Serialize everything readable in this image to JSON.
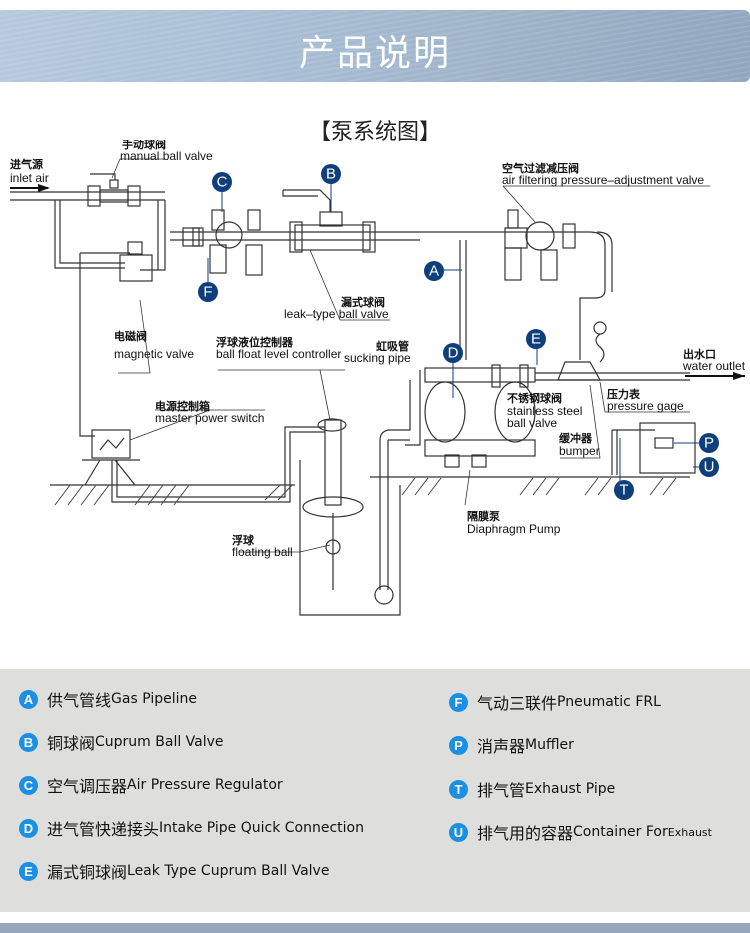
{
  "header": {
    "title": "产品说明"
  },
  "diagram": {
    "title": "【泵系统图】",
    "labels": {
      "inlet_air_cn": "进气源",
      "inlet_air_en": "inlet air",
      "manual_ball_valve_cn": "手动球阀",
      "manual_ball_valve_en": "manual ball valve",
      "air_filter_cn": "空气过滤减压阀",
      "air_filter_en": "air filtering pressure–adjustment valve",
      "leak_type_cn": "漏式球阀",
      "leak_type_en": "leak–type ball valve",
      "magnetic_valve_cn": "电磁阀",
      "magnetic_valve_en": "magnetic valve",
      "float_controller_cn": "浮球液位控制器",
      "float_controller_en": "ball float level controller",
      "sucking_pipe_cn": "虹吸管",
      "sucking_pipe_en": "sucking pipe",
      "master_switch_cn": "电源控制箱",
      "master_switch_en": "master power switch",
      "stainless_valve_cn": "不锈钢球阀",
      "stainless_valve_en1": "stainless steel",
      "stainless_valve_en2": "ball valve",
      "water_outlet_cn": "出水口",
      "water_outlet_en": "water outlet",
      "pressure_gage_cn": "压力表",
      "pressure_gage_en": "pressure gage",
      "bumper_cn": "缓冲器",
      "bumper_en": "bumper",
      "floating_ball_cn": "浮球",
      "floating_ball_en": "floating ball",
      "diaphragm_pump_cn": "隔膜泵",
      "diaphragm_pump_en": "Diaphragm Pump"
    },
    "badges": {
      "A": "A",
      "B": "B",
      "C": "C",
      "D": "D",
      "E": "E",
      "F": "F",
      "P": "P",
      "T": "T",
      "U": "U"
    },
    "badge_color": "#0e3f7c"
  },
  "legend": {
    "badge_color": "#1b8fe3",
    "left": [
      {
        "letter": "A",
        "cn": "供气管线",
        "en": "Gas Pipeline"
      },
      {
        "letter": "B",
        "cn": "铜球阀",
        "en": "Cuprum Ball Valve"
      },
      {
        "letter": "C",
        "cn": "空气调压器",
        "en": "Air Pressure Regulator"
      },
      {
        "letter": "D",
        "cn": "进气管快递接头",
        "en": "Intake Pipe Quick Connection"
      },
      {
        "letter": "E",
        "cn": "漏式铜球阀",
        "en": "Leak Type Cuprum Ball Valve"
      }
    ],
    "right": [
      {
        "letter": "F",
        "cn": "气动三联件",
        "en": "Pneumatic FRL"
      },
      {
        "letter": "P",
        "cn": "消声器",
        "en": "Muffler"
      },
      {
        "letter": "T",
        "cn": "排气管",
        "en": "Exhaust Pipe"
      },
      {
        "letter": "U",
        "cn": "排气用的容器",
        "en": "Container For",
        "en_small": "Exhaust"
      }
    ]
  }
}
